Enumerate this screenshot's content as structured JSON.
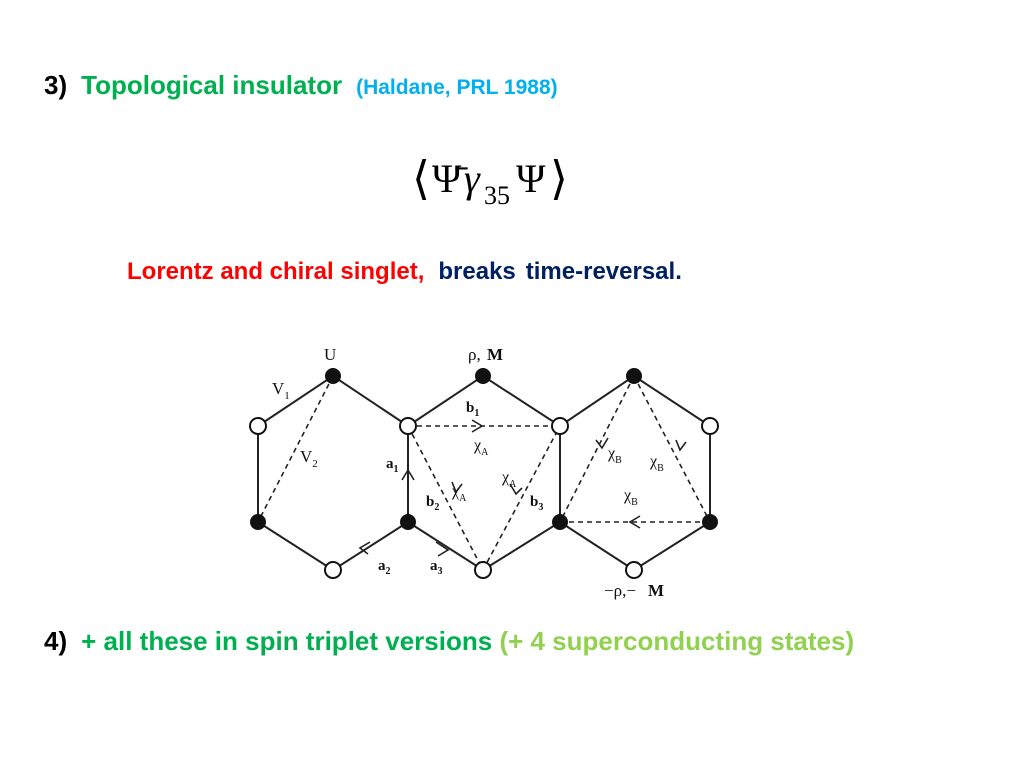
{
  "colors": {
    "green": "#00b050",
    "blue": "#00b0f0",
    "red": "#ff0000",
    "navy": "#002060",
    "light_green": "#92d050",
    "black": "#000000"
  },
  "item3": {
    "number": "3)",
    "title": "Topological insulator",
    "reference": "(Haldane, PRL 1988)"
  },
  "formula": {
    "latex": "\\langle \\bar{\\Psi} \\gamma_{35} \\Psi \\rangle",
    "lbracket": "⟨",
    "psi_bar": "Ψ̄",
    "gamma": "γ",
    "subscript": "35",
    "psi": "Ψ",
    "rbracket": "⟩"
  },
  "singlet_line": {
    "part1": "Lorentz and chiral singlet,",
    "part2": "breaks",
    "part3": "time-reversal."
  },
  "lattice_labels": {
    "U": "U",
    "V": "V",
    "V1_sub": "1",
    "V2_sub": "2",
    "rho_M": "ρ,",
    "M": "M",
    "minus_rho_M": "−ρ,−",
    "a": "a",
    "b": "b",
    "chi": "χ",
    "sub_1": "1",
    "sub_2": "2",
    "sub_3": "3",
    "sub_A": "A",
    "sub_B": "B"
  },
  "item4": {
    "number": "4)",
    "part1": "+ all these in spin  triplet versions",
    "part2": "(+ 4 superconducting states)"
  }
}
